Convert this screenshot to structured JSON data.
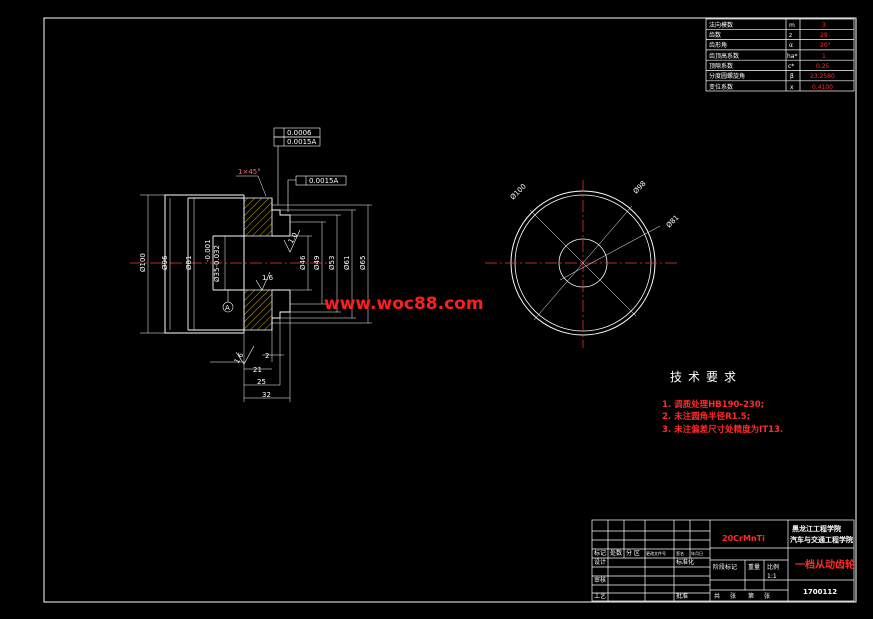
{
  "params_table": [
    {
      "label": "法向模数",
      "sym": "m",
      "val": "3"
    },
    {
      "label": "齿数",
      "sym": "z",
      "val": "29"
    },
    {
      "label": "齿形角",
      "sym": "α",
      "val": "20°"
    },
    {
      "label": "齿顶高系数",
      "sym": "ha*",
      "val": "1"
    },
    {
      "label": "顶隙系数",
      "sym": "c*",
      "val": "0.25"
    },
    {
      "label": "分度圆螺旋角",
      "sym": "β",
      "val": "23.2580"
    },
    {
      "label": "变位系数",
      "sym": "x",
      "val": "0.4100"
    }
  ],
  "tolerance": {
    "top_1": "0.0006",
    "top_2": "0.0015A",
    "mid": "0.0015A",
    "chamfer": "1×45°"
  },
  "section_dims": {
    "d100": "Ø100",
    "d96": "Ø96",
    "d81": "Ø81",
    "bore": "Ø35-0.001\n-0.032",
    "bore_a": "-0.001",
    "bore_b": "Ø35-0.032",
    "d46": "Ø46",
    "d49": "Ø49",
    "d53": "Ø53",
    "d61": "Ø61",
    "d65": "Ø65",
    "r10": "1.0",
    "r16a": "1.6",
    "r16b": "1.6",
    "datum": "A",
    "w2": "2",
    "w21": "21",
    "w25": "25",
    "w32": "32"
  },
  "front_view": {
    "d100": "Ø100",
    "d98": "Ø98",
    "d81": "Ø81"
  },
  "watermark": "www.woc88.com",
  "requirements": {
    "title": "技术要求",
    "items": [
      "1. 调质处理HB190-230;",
      "2. 未注圆角半径R1.5;",
      "3. 未注偏差尺寸处精度为IT13."
    ]
  },
  "title_block": {
    "material": "20CrMnTi",
    "school_1": "黑龙江工程学院",
    "school_2": "汽车与交通工程学院",
    "part_name": "一档从动齿轮",
    "drawing_no": "1700112",
    "scale": "1:1",
    "labels": {
      "mark": "标记",
      "count": "处数",
      "zone": "分 区",
      "change_doc": "更改文件号",
      "sign": "签名",
      "date": "年月日",
      "design": "设计",
      "standardize": "标准化",
      "stage_mark": "阶段标记",
      "weight": "重量",
      "ratio": "比例",
      "review": "审核",
      "process": "工艺",
      "approve": "批准",
      "total": "共",
      "sheets": "张",
      "sheet_no": "第",
      "page": "张"
    }
  },
  "colors": {
    "line": "#ffffff",
    "accent": "#ff2a2a",
    "hatch": "#ffd200",
    "center": "#ff3333",
    "background": "#000000"
  }
}
